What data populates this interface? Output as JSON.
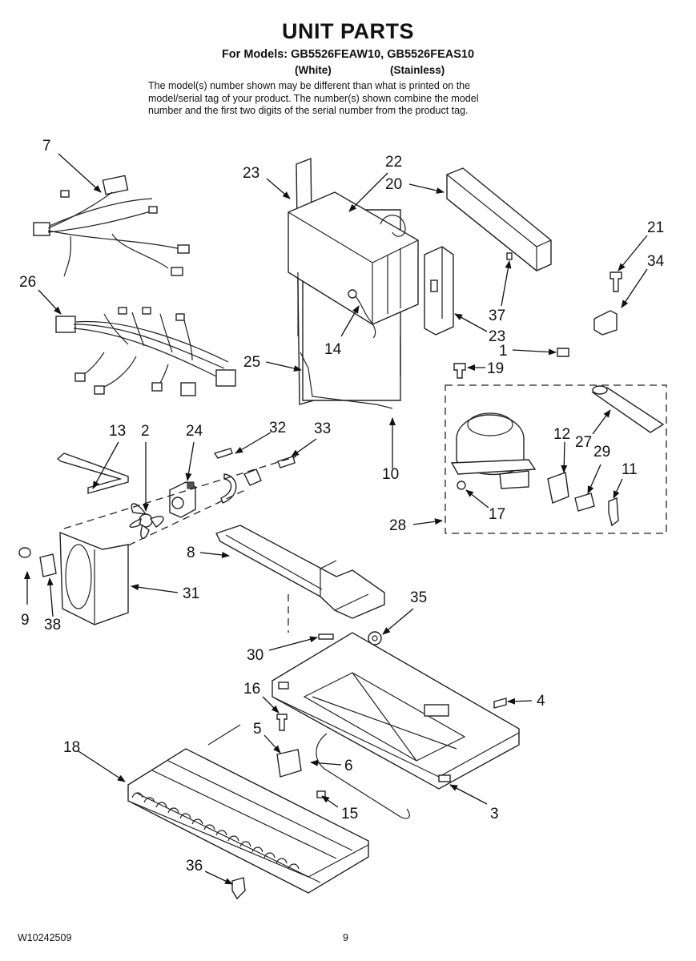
{
  "header": {
    "title": "UNIT PARTS",
    "models": "For Models: GB5526FEAW10, GB5526FEAS10",
    "variant_white": "(White)",
    "variant_stainless": "(Stainless)",
    "notice_lines": [
      "The model(s) number shown may be different than what is printed on the",
      "model/serial tag of your product. The number(s) shown combine the model",
      "number and the first two digits of the serial number from the product tag."
    ]
  },
  "callouts": {
    "c7": "7",
    "c26": "26",
    "c23a": "23",
    "c22": "22",
    "c20": "20",
    "c21": "21",
    "c34": "34",
    "c37": "37",
    "c23b": "23",
    "c14": "14",
    "c25": "25",
    "c1": "1",
    "c19": "19",
    "c13": "13",
    "c2": "2",
    "c24": "24",
    "c32": "32",
    "c33": "33",
    "c10": "10",
    "c12": "12",
    "c27": "27",
    "c29": "29",
    "c11": "11",
    "c28": "28",
    "c17": "17",
    "c8": "8",
    "c31": "31",
    "c9": "9",
    "c38": "38",
    "c35": "35",
    "c30": "30",
    "c16": "16",
    "c4": "4",
    "c5": "5",
    "c18": "18",
    "c6": "6",
    "c15": "15",
    "c3": "3",
    "c36": "36"
  },
  "footer": {
    "doc_number": "W10242509",
    "page_number": "9"
  }
}
